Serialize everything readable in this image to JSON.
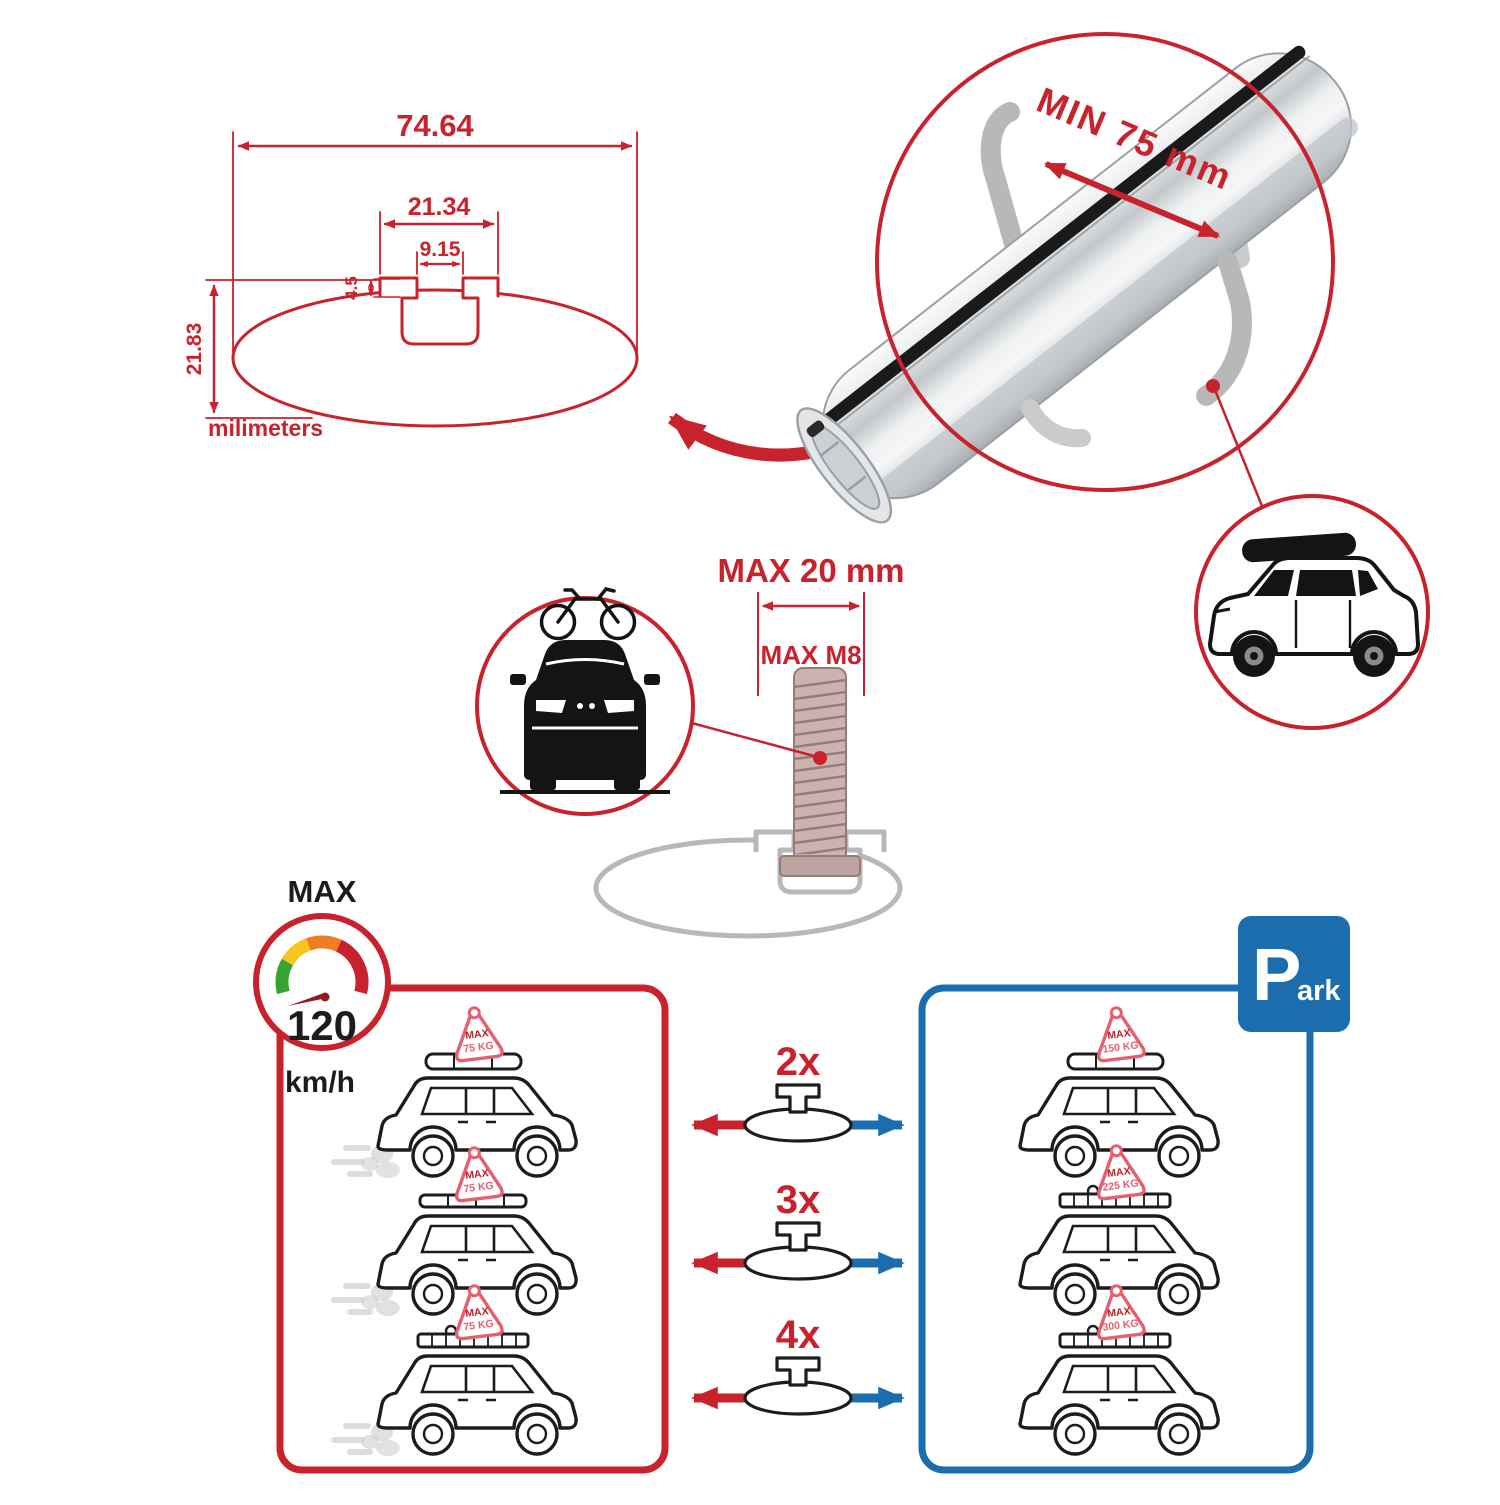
{
  "colors": {
    "red": "#c8232c",
    "blue": "#1b6dae",
    "sign_pink": "#e4606e",
    "black": "#1c1c1c",
    "grey": "#b8b8b8"
  },
  "profile_dimensions": {
    "total_width": "74.64",
    "channel_width": "21.34",
    "slot_width": "9.15",
    "lip_depth": "4.5",
    "height": "21.83",
    "units": "milimeters"
  },
  "bar_callout": {
    "min_span": "MIN 75 mm"
  },
  "bolt": {
    "max_width": "MAX 20 mm",
    "max_thread": "MAX M8"
  },
  "speed_limit": {
    "title": "MAX",
    "value": "120",
    "unit": "km/h"
  },
  "park_sign": {
    "p": "P",
    "ark": "ark"
  },
  "quantities": [
    {
      "label": "2x"
    },
    {
      "label": "3x"
    },
    {
      "label": "4x"
    }
  ],
  "driving": {
    "cars": [
      {
        "sign_title": "MAX",
        "sign_value": "75 KG"
      },
      {
        "sign_title": "MAX",
        "sign_value": "75 KG"
      },
      {
        "sign_title": "MAX",
        "sign_value": "75 KG"
      }
    ]
  },
  "parked": {
    "cars": [
      {
        "sign_title": "MAX",
        "sign_value": "150 KG"
      },
      {
        "sign_title": "MAX",
        "sign_value": "225 KG"
      },
      {
        "sign_title": "MAX",
        "sign_value": "300 KG"
      }
    ]
  }
}
